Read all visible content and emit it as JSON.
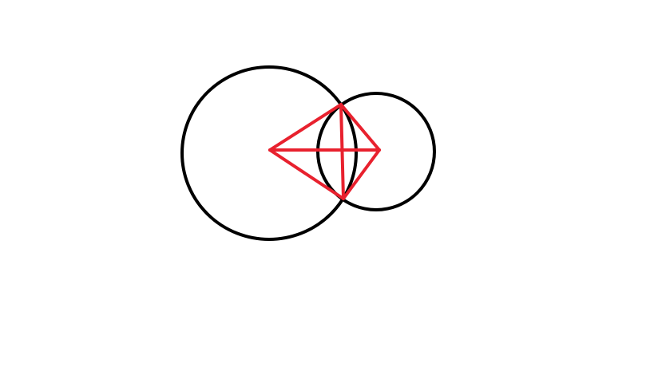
{
  "diagram": {
    "background_color": "#ffffff",
    "circle_color": "#000000",
    "construction_color": "#e8212e",
    "circles": [
      {
        "name": "large-circle"
      },
      {
        "name": "small-circle"
      }
    ],
    "construction_lines": [
      {
        "name": "center-to-upper-intersection",
        "from": "center-large",
        "to": "intersection-upper"
      },
      {
        "name": "center-to-lower-intersection",
        "from": "center-large",
        "to": "intersection-lower"
      },
      {
        "name": "upper-intersection-to-small-center",
        "from": "intersection-upper",
        "to": "center-small"
      },
      {
        "name": "lower-intersection-to-small-center",
        "from": "intersection-lower",
        "to": "center-small"
      },
      {
        "name": "line-of-centers",
        "from": "center-large",
        "to": "center-small"
      },
      {
        "name": "common-chord",
        "from": "intersection-upper",
        "to": "intersection-lower"
      }
    ]
  }
}
